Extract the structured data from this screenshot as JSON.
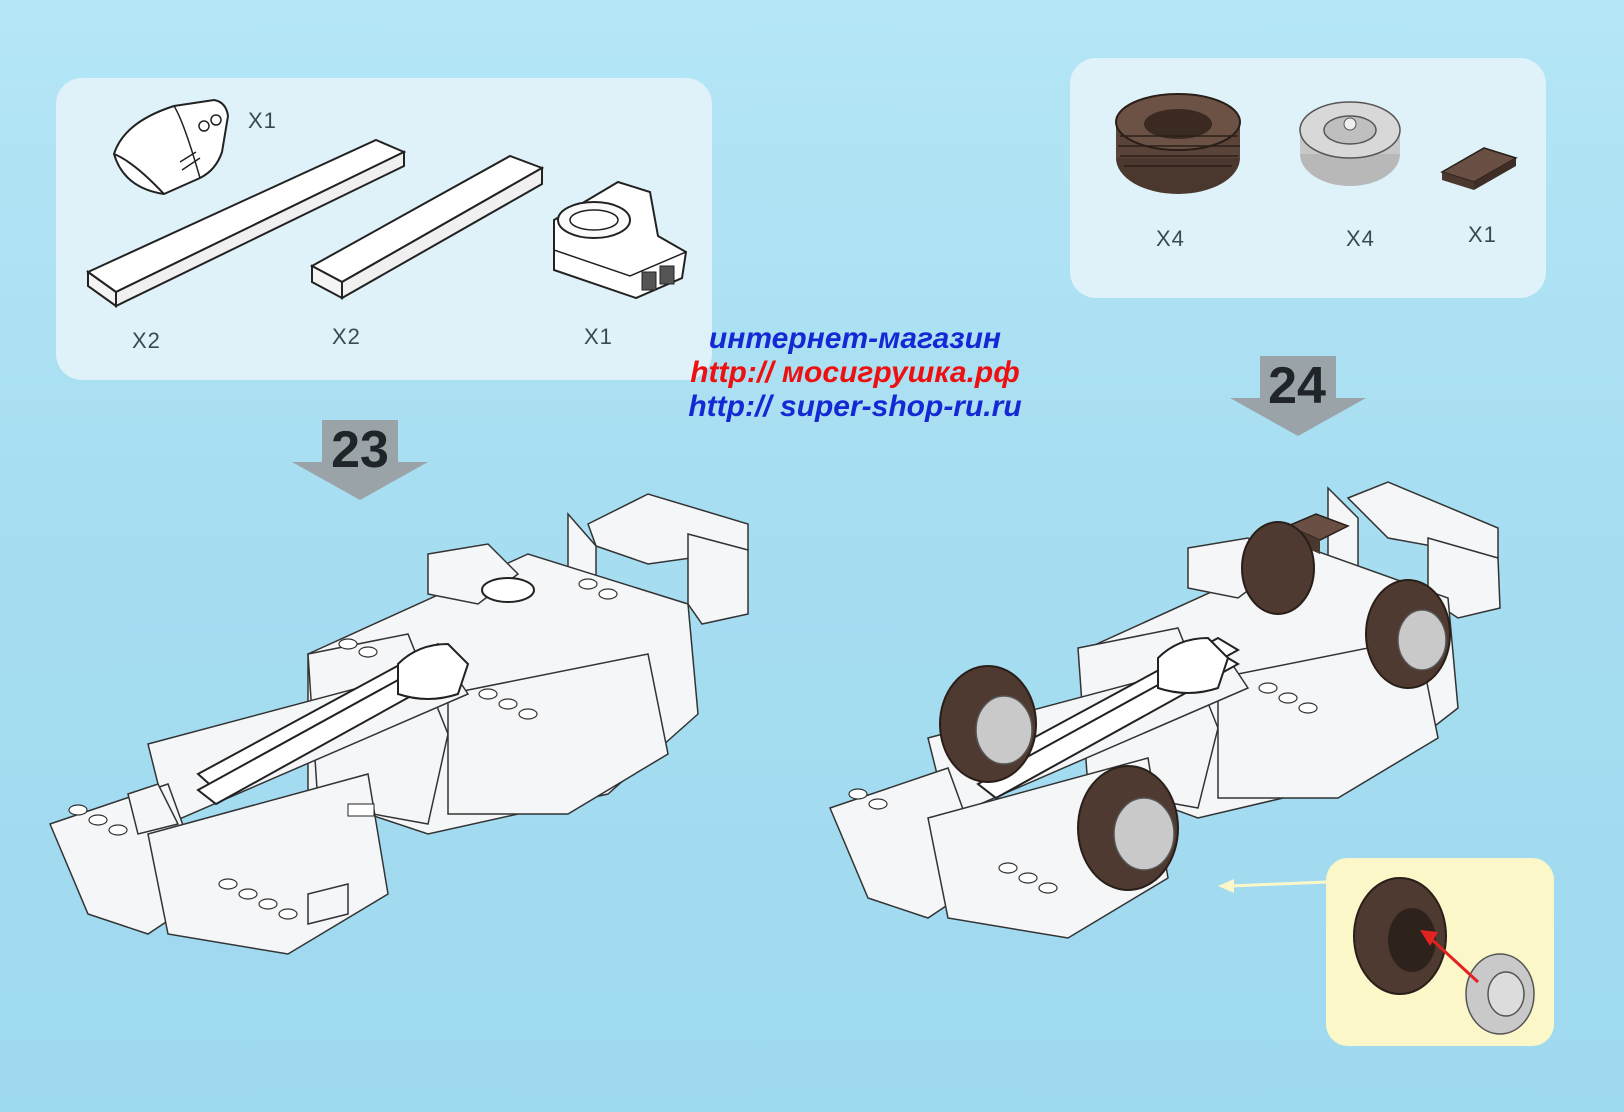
{
  "steps": [
    {
      "number": "23",
      "parts": [
        {
          "icon": "curved-slope-brick-icon",
          "qty": "X1"
        },
        {
          "icon": "long-plate-icon",
          "qty": "X2"
        },
        {
          "icon": "long-plate-icon",
          "qty": "X2"
        },
        {
          "icon": "air-intake-brick-icon",
          "qty": "X1"
        }
      ]
    },
    {
      "number": "24",
      "parts": [
        {
          "icon": "tire-icon",
          "qty": "X4"
        },
        {
          "icon": "wheel-rim-icon",
          "qty": "X4"
        },
        {
          "icon": "tile-1x2-icon",
          "qty": "X1"
        }
      ]
    }
  ],
  "watermark": {
    "line1": "интернет-магазин",
    "line2": "http:// мосигрушка.рф",
    "line3": "http:// super-shop-ru.ru"
  },
  "colors": {
    "background": "#a8e0f2",
    "panel": "#e4f3fa",
    "detail_panel": "#fbf7c8",
    "tire": "#5a4338",
    "rim": "#c8c8c8",
    "watermark_blue": "#1428d4",
    "watermark_red": "#ee1010"
  }
}
